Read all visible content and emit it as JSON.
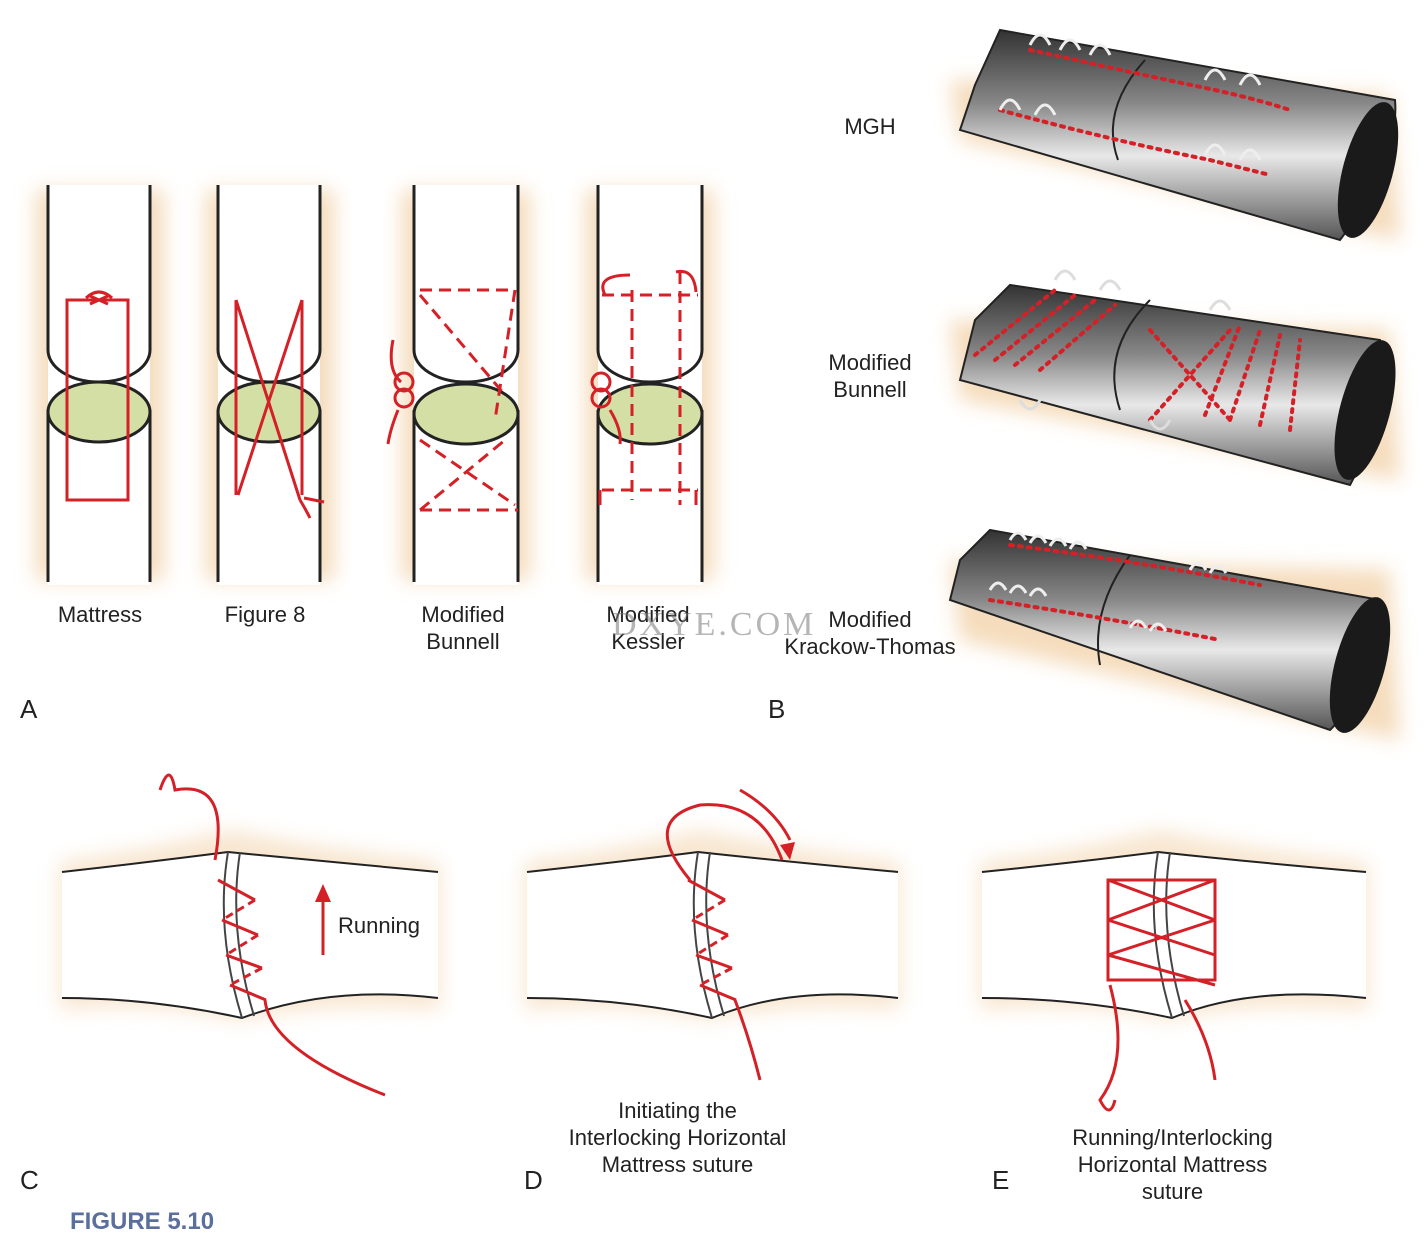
{
  "panel_a": {
    "letter": "A",
    "labels": [
      "Mattress",
      "Figure 8",
      "Modified\nBunnell",
      "Modified\nKessler"
    ]
  },
  "panel_b": {
    "letter": "B",
    "labels": [
      "MGH",
      "Modified\nBunnell",
      "Modified\nKrackow-Thomas"
    ]
  },
  "panel_c": {
    "letter": "C",
    "arrow_label": "Running"
  },
  "panel_d": {
    "letter": "D",
    "caption": "Initiating the\nInterlocking Horizontal\nMattress suture"
  },
  "panel_e": {
    "letter": "E",
    "caption": "Running/Interlocking\nHorizontal Mattress\nsuture"
  },
  "figure_title": "FIGURE 5.10",
  "watermark": "DXYE.COM",
  "colors": {
    "suture": "#d42027",
    "tendon_end": "#d4dfa6",
    "halo": "#f5dcbc",
    "outline": "#222222",
    "title": "#5a6f9c"
  }
}
